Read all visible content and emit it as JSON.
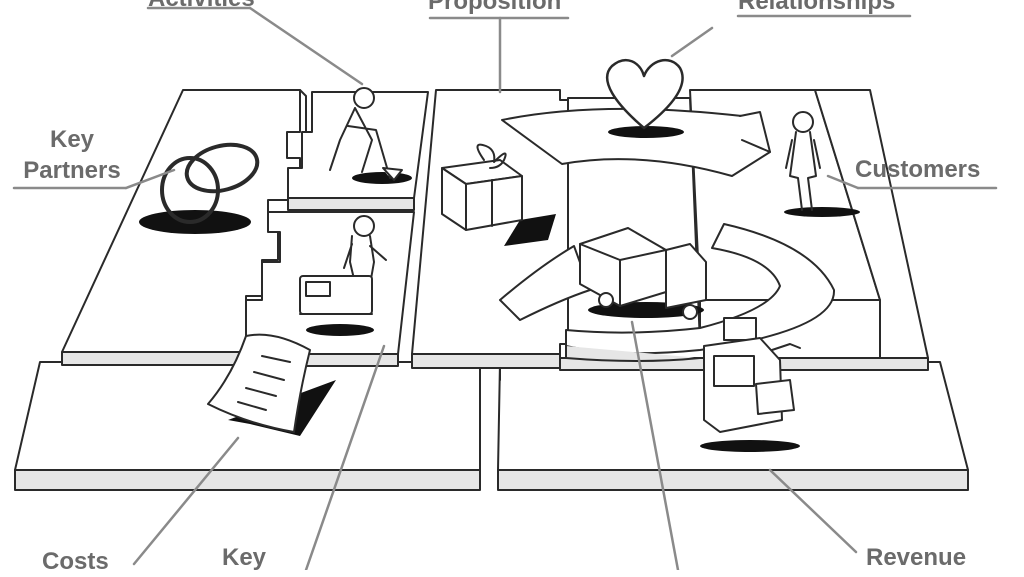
{
  "labels": {
    "key_activities_top": "Activities",
    "value_proposition_top": "Proposition",
    "customer_relationships_top": "Relationships",
    "key_partners_line1": "Key",
    "key_partners_line2": "Partners",
    "customers": "Customers",
    "costs": "Costs",
    "key_resources": "Key",
    "revenue": "Revenue"
  },
  "colors": {
    "label_text": "#6b6b6b",
    "leader_line": "#8a8a8a",
    "outline": "#2a2a2a",
    "block_face": "#ffffff",
    "block_side": "#e6e6e6",
    "shadow": "#111111"
  },
  "icons": [
    "interlocked-rings-icon",
    "digging-person-icon",
    "working-person-icon",
    "gift-box-icon",
    "heart-icon",
    "standing-person-icon",
    "delivery-truck-icon",
    "cash-register-icon",
    "bill-paper-icon"
  ]
}
